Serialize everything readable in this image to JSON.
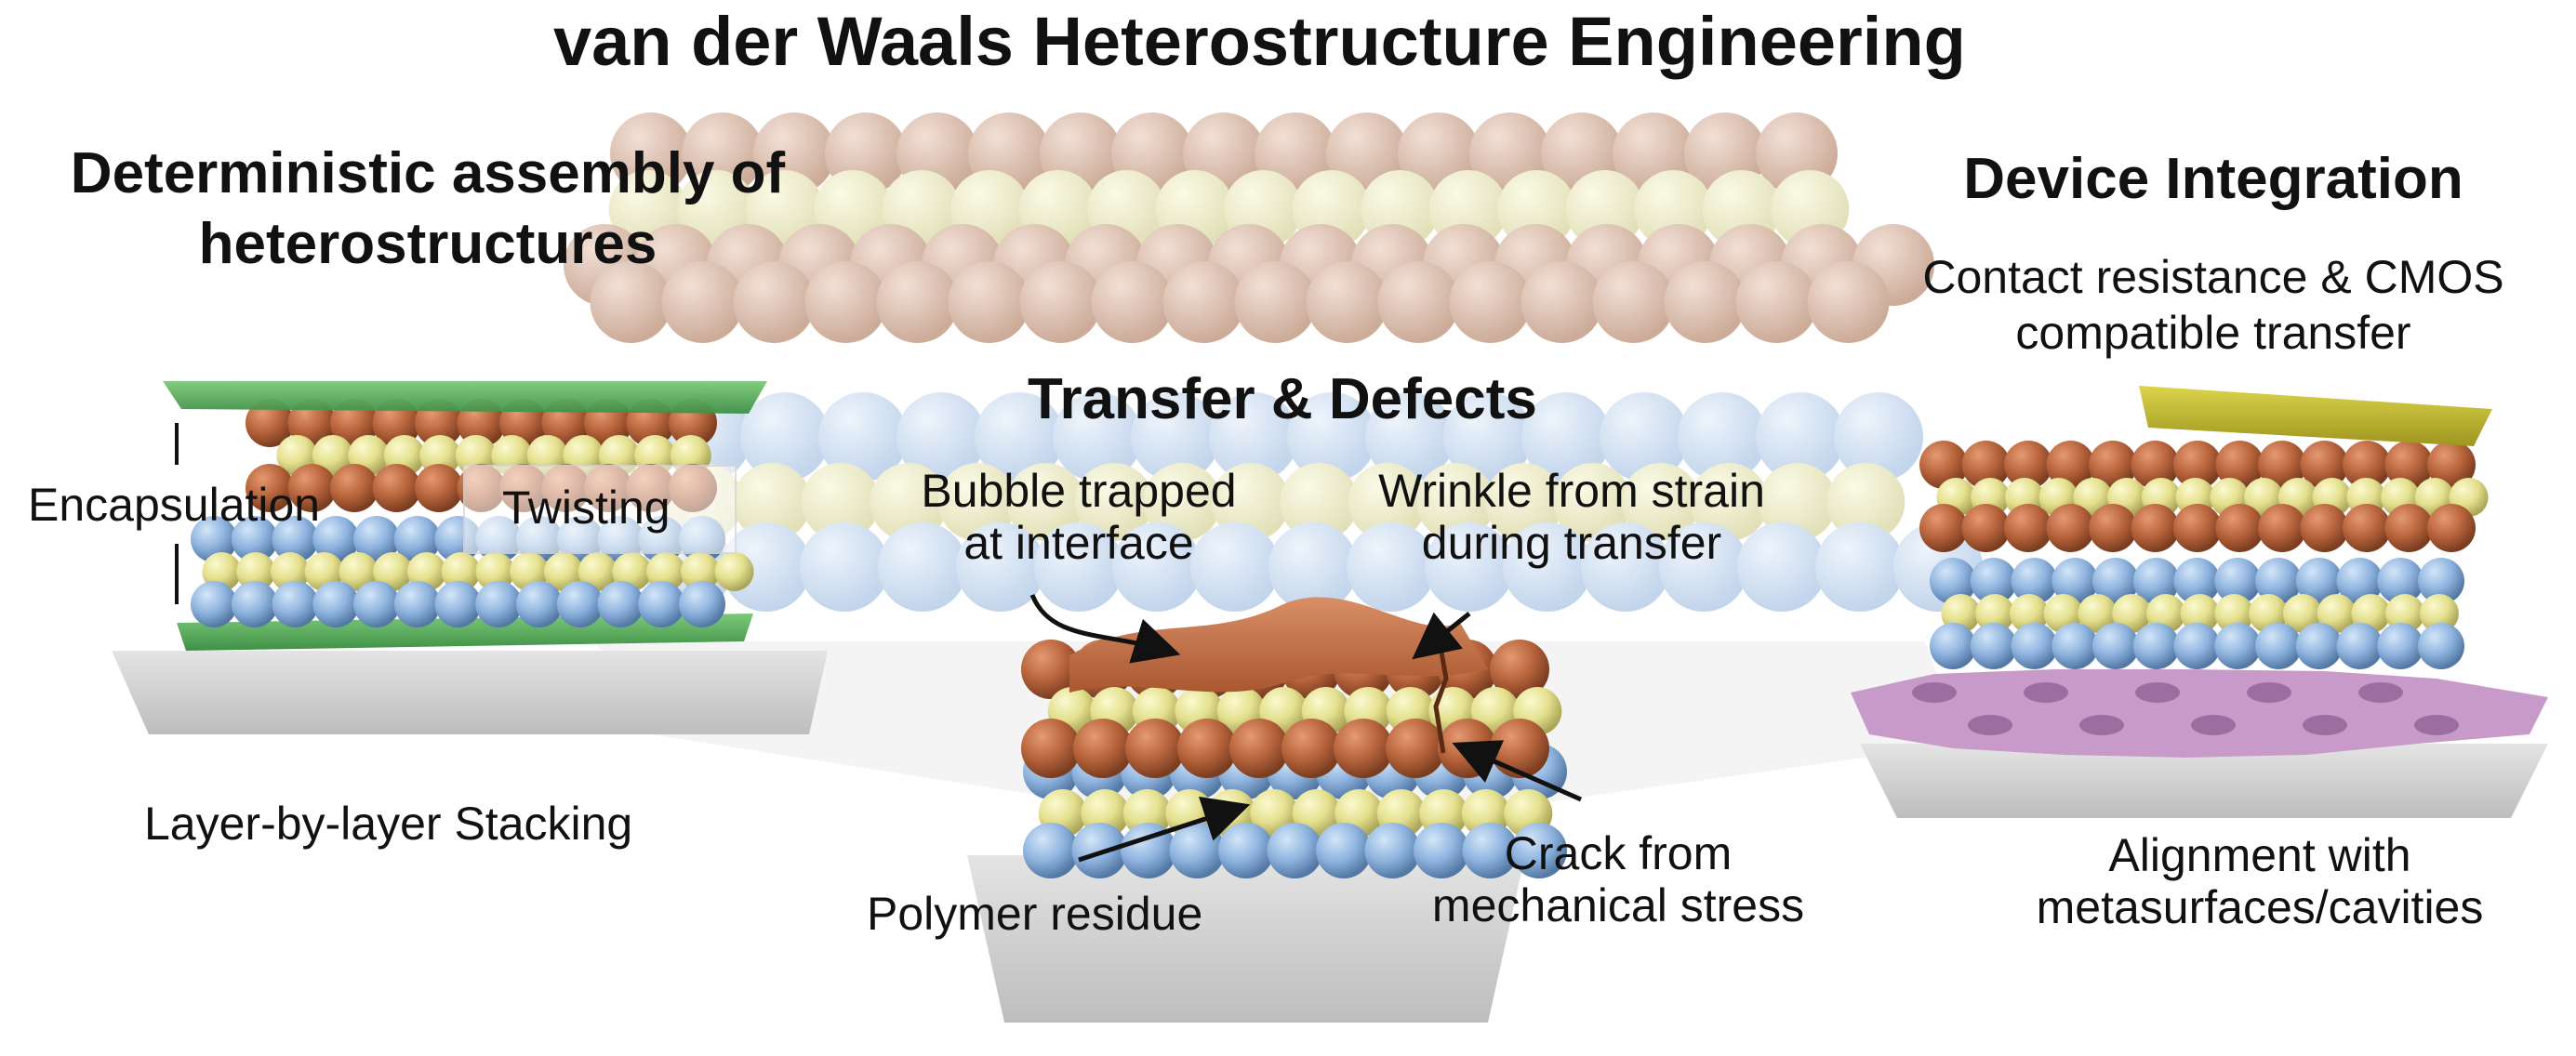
{
  "title": "van der Waals Heterostructure Engineering",
  "left_panel": {
    "heading": "Deterministic assembly of heterostructures",
    "heading_line1": "Deterministic assembly of",
    "heading_line2": "heterostructures",
    "label_encapsulation": "Encapsulation",
    "label_twisting": "Twisting",
    "caption": "Layer-by-layer Stacking"
  },
  "center_panel": {
    "heading": "Transfer & Defects",
    "bubble_line1": "Bubble trapped",
    "bubble_line2": "at interface",
    "wrinkle_line1": "Wrinkle from strain",
    "wrinkle_line2": "during transfer",
    "crack_line1": "Crack from",
    "crack_line2": "mechanical stress",
    "residue": "Polymer residue"
  },
  "right_panel": {
    "heading": "Device Integration",
    "subtitle_line1": "Contact resistance & CMOS",
    "subtitle_line2": "compatible transfer",
    "caption_line1": "Alignment with",
    "caption_line2": "metasurfaces/cavities"
  },
  "colors": {
    "chalcogen_orange": "#b8643c",
    "metal_yellow": "#e4e08e",
    "blue_atom": "#8fb4df",
    "hbn_green": "#5fb060",
    "contact_olive": "#c6bd2a",
    "metasurface_purple": "#c79ac9",
    "substrate_gray": "#d0d0d0"
  },
  "icons": {
    "atom": "sphere",
    "arrow": "curved-arrow"
  }
}
